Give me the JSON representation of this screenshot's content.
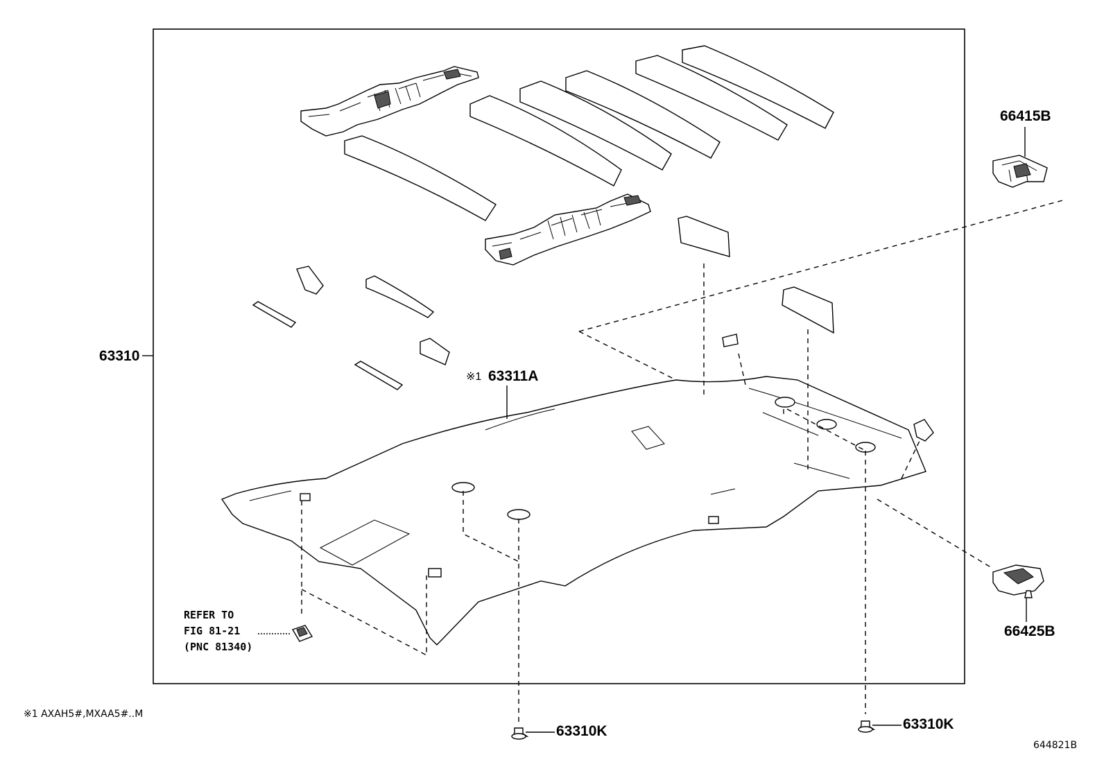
{
  "labels": {
    "main_assembly": "63310",
    "headliner": "63311A",
    "headliner_marker": "※1",
    "bracket_upper": "66415B",
    "bracket_lower": "66425B",
    "clip_left": "63310K",
    "clip_right": "63310K",
    "refer_line1": "REFER TO",
    "refer_line2": "FIG 81-21",
    "refer_line3": "(PNC 81340)",
    "footnote": "※1 AXAH5#,MXAA5#..M",
    "figure_id": "644821B"
  }
}
